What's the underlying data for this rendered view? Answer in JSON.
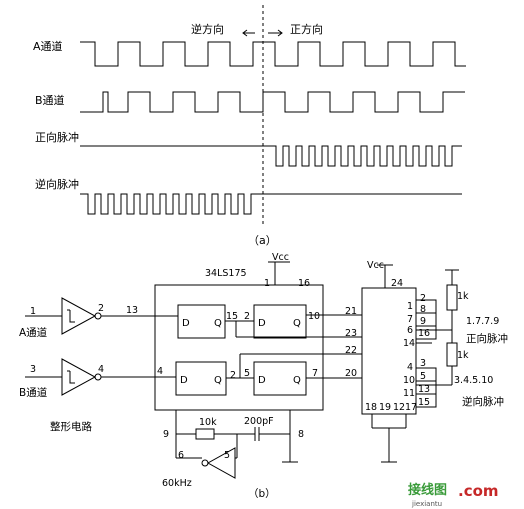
{
  "direction": {
    "reverse": "逆方向",
    "forward": "正方向"
  },
  "waveforms": {
    "channel_a": "A通道",
    "channel_b": "B通道",
    "forward_pulse": "正向脉冲",
    "reverse_pulse": "逆向脉冲"
  },
  "captions": {
    "a": "（a）",
    "b": "（b）"
  },
  "circuit": {
    "chip_175": "34LS175",
    "vcc": "Vcc",
    "input_a_label": "A通道",
    "input_b_label": "B通道",
    "shaping_label": "整形电路",
    "osc_freq": "60kHz",
    "resistor_osc": "10k",
    "capacitor": "200pF",
    "pull_up_1": "1k",
    "pull_up_2": "1k",
    "forward_out_label": "正向脉冲",
    "reverse_out_label": "逆向脉冲",
    "forward_pins": "1.7.7.9",
    "reverse_pins": "3.4.5.10",
    "ff_d": "D",
    "ff_q": "Q",
    "pins": {
      "in_a": "1",
      "buf_a_out": "2",
      "in_b": "3",
      "buf_b_out": "4",
      "c_13": "13",
      "c_4": "4",
      "c_1": "1",
      "c_16": "16",
      "c_15": "15",
      "c_10": "10",
      "c_2": "2",
      "c_5": "5",
      "c_7": "7",
      "c_9": "9",
      "c_8": "8",
      "c_6": "6",
      "c_5b": "5",
      "r_24": "24",
      "r_21": "21",
      "r_23": "23",
      "r_22": "22",
      "r_20": "20",
      "r_18": "18",
      "r_19": "19",
      "r_12": "12",
      "r_17": "17",
      "o_1": "1",
      "o_2": "2",
      "o_8": "8",
      "o_7": "7",
      "o_9": "9",
      "o_6": "6",
      "o_16": "16",
      "o_14": "14",
      "o_4": "4",
      "o_3": "3",
      "o_5": "5",
      "o_10": "10",
      "o_13": "13",
      "o_11": "11",
      "o_15": "15"
    }
  },
  "watermark": {
    "brand": "接线图",
    "domain": ".com",
    "url": "jiexiantu"
  }
}
